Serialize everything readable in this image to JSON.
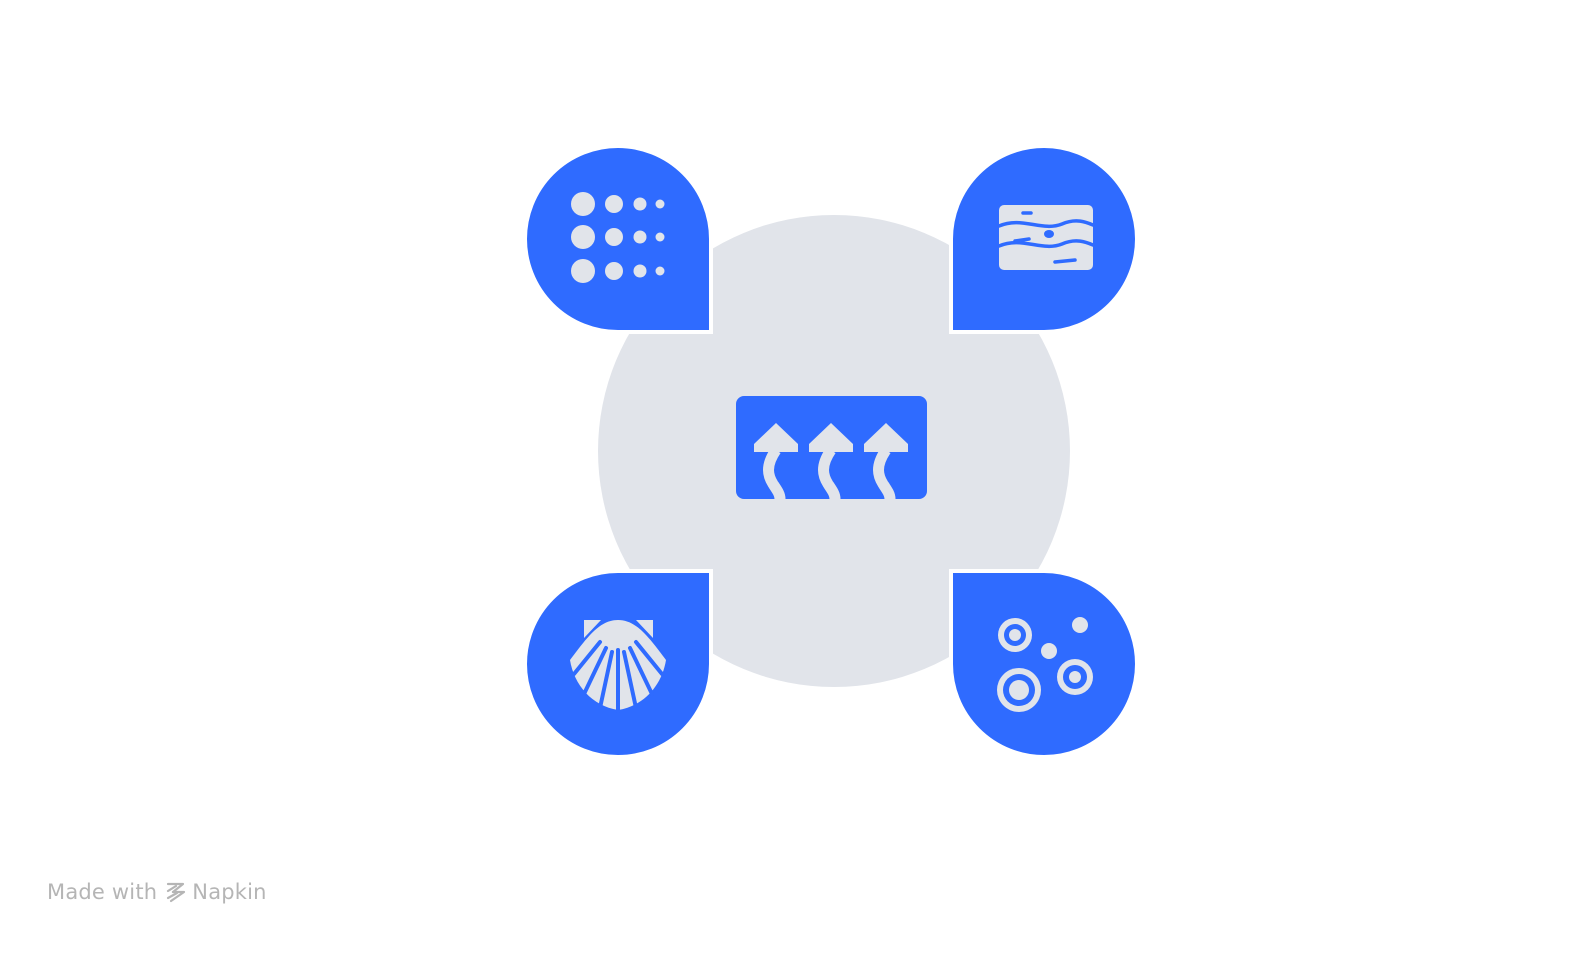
{
  "colors": {
    "background": "#ffffff",
    "hub_circle": "#e1e4ea",
    "accent_blue": "#2f6bff",
    "icon_fill": "#e1e4ea",
    "watermark": "#b5b5b5"
  },
  "diagram": {
    "center": {
      "icon": "rising-heat-arrows-icon"
    },
    "nodes": [
      {
        "position": "top-left",
        "icon": "dot-grid-icon"
      },
      {
        "position": "top-right",
        "icon": "layered-waves-icon"
      },
      {
        "position": "bottom-left",
        "icon": "seashell-icon"
      },
      {
        "position": "bottom-right",
        "icon": "bubbles-icon"
      }
    ]
  },
  "watermark": {
    "prefix": "Made with",
    "brand": "Napkin",
    "logo_icon": "napkin-logo-icon"
  }
}
